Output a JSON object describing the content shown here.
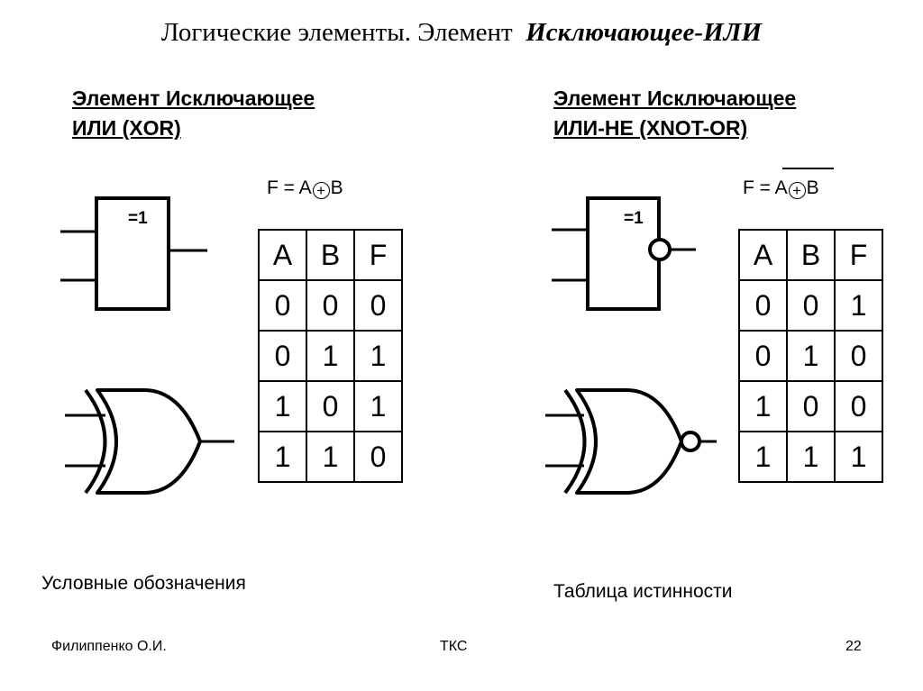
{
  "title": {
    "prefix": "Логические элементы. Элемент",
    "emphasis": "Исключающее",
    "suffix": "-ИЛИ"
  },
  "xor": {
    "heading_line1": "Элемент Исключающее",
    "heading_line2": "ИЛИ (XOR)",
    "formula": {
      "lhs": "F = A",
      "rhs": "B"
    },
    "gate_label": "=1",
    "truth_table": {
      "headers": [
        "A",
        "B",
        "F"
      ],
      "rows": [
        [
          "0",
          "0",
          "0"
        ],
        [
          "0",
          "1",
          "1"
        ],
        [
          "1",
          "0",
          "1"
        ],
        [
          "1",
          "1",
          "0"
        ]
      ]
    }
  },
  "xnor": {
    "heading_line1": "Элемент Исключающее",
    "heading_line2": "ИЛИ-НЕ (XNOT-OR)",
    "formula": {
      "lhs": "F = A",
      "rhs": "B"
    },
    "gate_label": "=1",
    "truth_table": {
      "headers": [
        "A",
        "B",
        "F"
      ],
      "rows": [
        [
          "0",
          "0",
          "1"
        ],
        [
          "0",
          "1",
          "0"
        ],
        [
          "1",
          "0",
          "0"
        ],
        [
          "1",
          "1",
          "1"
        ]
      ]
    }
  },
  "captions": {
    "symbols": "Условные обозначения",
    "truth_table": "Таблица истинности"
  },
  "footer": {
    "author": "Филиппенко О.И.",
    "course": "ТКС",
    "page": "22"
  }
}
